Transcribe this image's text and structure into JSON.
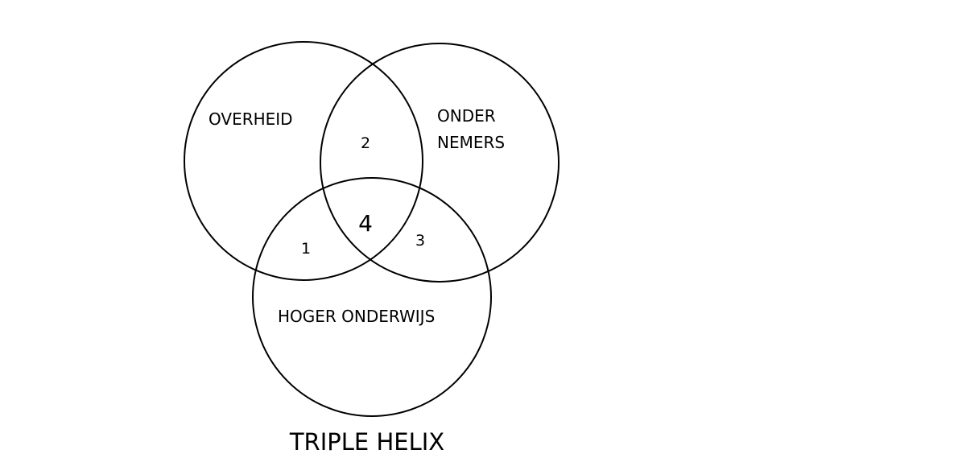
{
  "diagram": {
    "type": "venn",
    "title": "TRIPLE HELIX",
    "sets": [
      {
        "id": "overheid",
        "label": "OVERHEID"
      },
      {
        "id": "ondernemers",
        "label_lines": [
          "ONDER",
          "NEMERS"
        ]
      },
      {
        "id": "hoger_onderwijs",
        "label": "HOGER ONDERWIJS"
      }
    ],
    "regions": [
      {
        "id": "overheid_hoger_onderwijs",
        "label": "1"
      },
      {
        "id": "overheid_ondernemers",
        "label": "2"
      },
      {
        "id": "ondernemers_hoger_onderwijs",
        "label": "3"
      },
      {
        "id": "all_three",
        "label": "4"
      }
    ],
    "colors": {
      "stroke": "#000000",
      "text": "#000000",
      "background": "#ffffff"
    }
  }
}
